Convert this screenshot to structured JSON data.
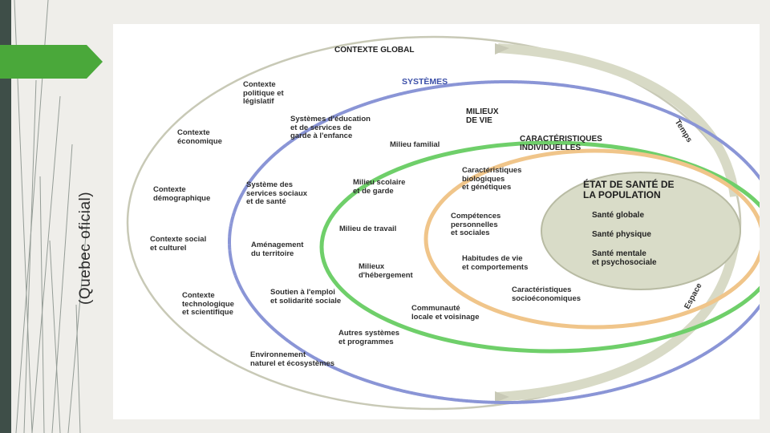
{
  "side_title": "(Quebec oficial)",
  "diagram": {
    "contexte_global": "CONTEXTE GLOBAL",
    "systemes": "SYSTÈMES",
    "milieux": "MILIEUX\nDE VIE",
    "caracteristiques": "CARACTÉRISTIQUES\nINDIVIDUELLES",
    "etat": "ÉTAT DE SANTÉ DE\nLA POPULATION",
    "temps": "Temps",
    "espace": "Espace",
    "contexte_items": [
      "Contexte\npolitique et\nlégislatif",
      "Contexte\néconomique",
      "Contexte\ndémographique",
      "Contexte social\net culturel",
      "Contexte\ntechnologique\net scientifique",
      "Environnement\nnaturel et écosystèmes"
    ],
    "systemes_items": [
      "Systèmes d'éducation\net de services de\ngarde à l'enfance",
      "Système des\nservices sociaux\net de santé",
      "Aménagement\ndu territoire",
      "Soutien à l'emploi\net solidarité sociale",
      "Autres systèmes\net programmes"
    ],
    "milieux_items": [
      "Milieu familial",
      "Milieu scolaire\net de garde",
      "Milieu de travail",
      "Milieux\nd'hébergement",
      "Communauté\nlocale et voisinage"
    ],
    "caracteristiques_items": [
      "Caractéristiques\nbiologiques\net génétiques",
      "Compétences\npersonnelles\net sociales",
      "Habitudes de vie\net comportements",
      "Caractéristiques\nsocioéconomiques"
    ],
    "sante_items": [
      "Santé globale",
      "Santé physique",
      "Santé mentale\net psychosociale"
    ]
  },
  "colors": {
    "systemes_ring": "#8a95d6",
    "milieux_ring": "#6fcf6a",
    "caracteristiques_ring": "#f0c58a",
    "etat_fill": "#d9dcc8",
    "accent_tab": "#4aa83a"
  }
}
